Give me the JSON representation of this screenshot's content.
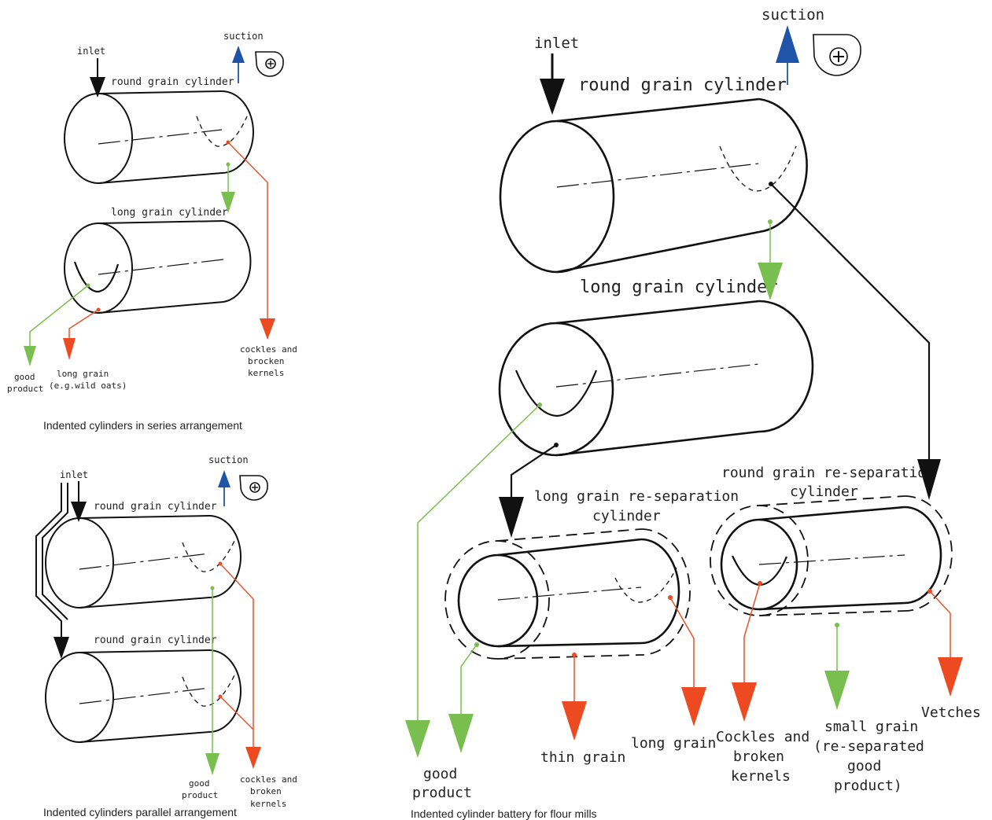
{
  "captions": {
    "series": "Indented cylinders in series arrangement",
    "parallel": "Indented cylinders parallel arrangement",
    "battery": "Indented cylinder battery for flour mills"
  },
  "series": {
    "inlet": "inlet",
    "suction": "suction",
    "round_cylinder": "round grain cylinder",
    "long_cylinder": "long grain cylinder",
    "good_1": "good",
    "good_2": "product",
    "long_1": "long grain",
    "long_2": "(e.g.wild oats)",
    "cockles_1": "cockles and",
    "cockles_2": "brocken",
    "cockles_3": "kernels"
  },
  "parallel": {
    "inlet": "inlet",
    "suction": "suction",
    "round_cylinder_1": "round grain cylinder",
    "round_cylinder_2": "round grain cylinder",
    "good_1": "good",
    "good_2": "product",
    "cockles_1": "cockles and",
    "cockles_2": "broken",
    "cockles_3": "kernels"
  },
  "battery": {
    "inlet": "inlet",
    "suction": "suction",
    "round_cylinder": "round grain cylinder",
    "long_cylinder": "long grain cylinder",
    "long_resep_1": "long grain re-separation",
    "long_resep_2": "cylinder",
    "round_resep_1": "round grain re-separation",
    "round_resep_2": "cylinder",
    "good_1": "good",
    "good_2": "product",
    "thin_grain": "thin grain",
    "long_grain": "long grain",
    "cockles_1": "Cockles and",
    "cockles_2": "broken",
    "cockles_3": "kernels",
    "small_1": "small grain",
    "small_2": "(re-separated",
    "small_3": "good",
    "small_4": "product)",
    "vetches": "Vetches"
  },
  "colors": {
    "good_product": "#78bf4f",
    "reject": "#ee4a22",
    "suction": "#1f55a9",
    "outline": "#111111"
  },
  "icons": [
    "fan-icon",
    "arrow-down-icon",
    "arrow-up-icon"
  ]
}
